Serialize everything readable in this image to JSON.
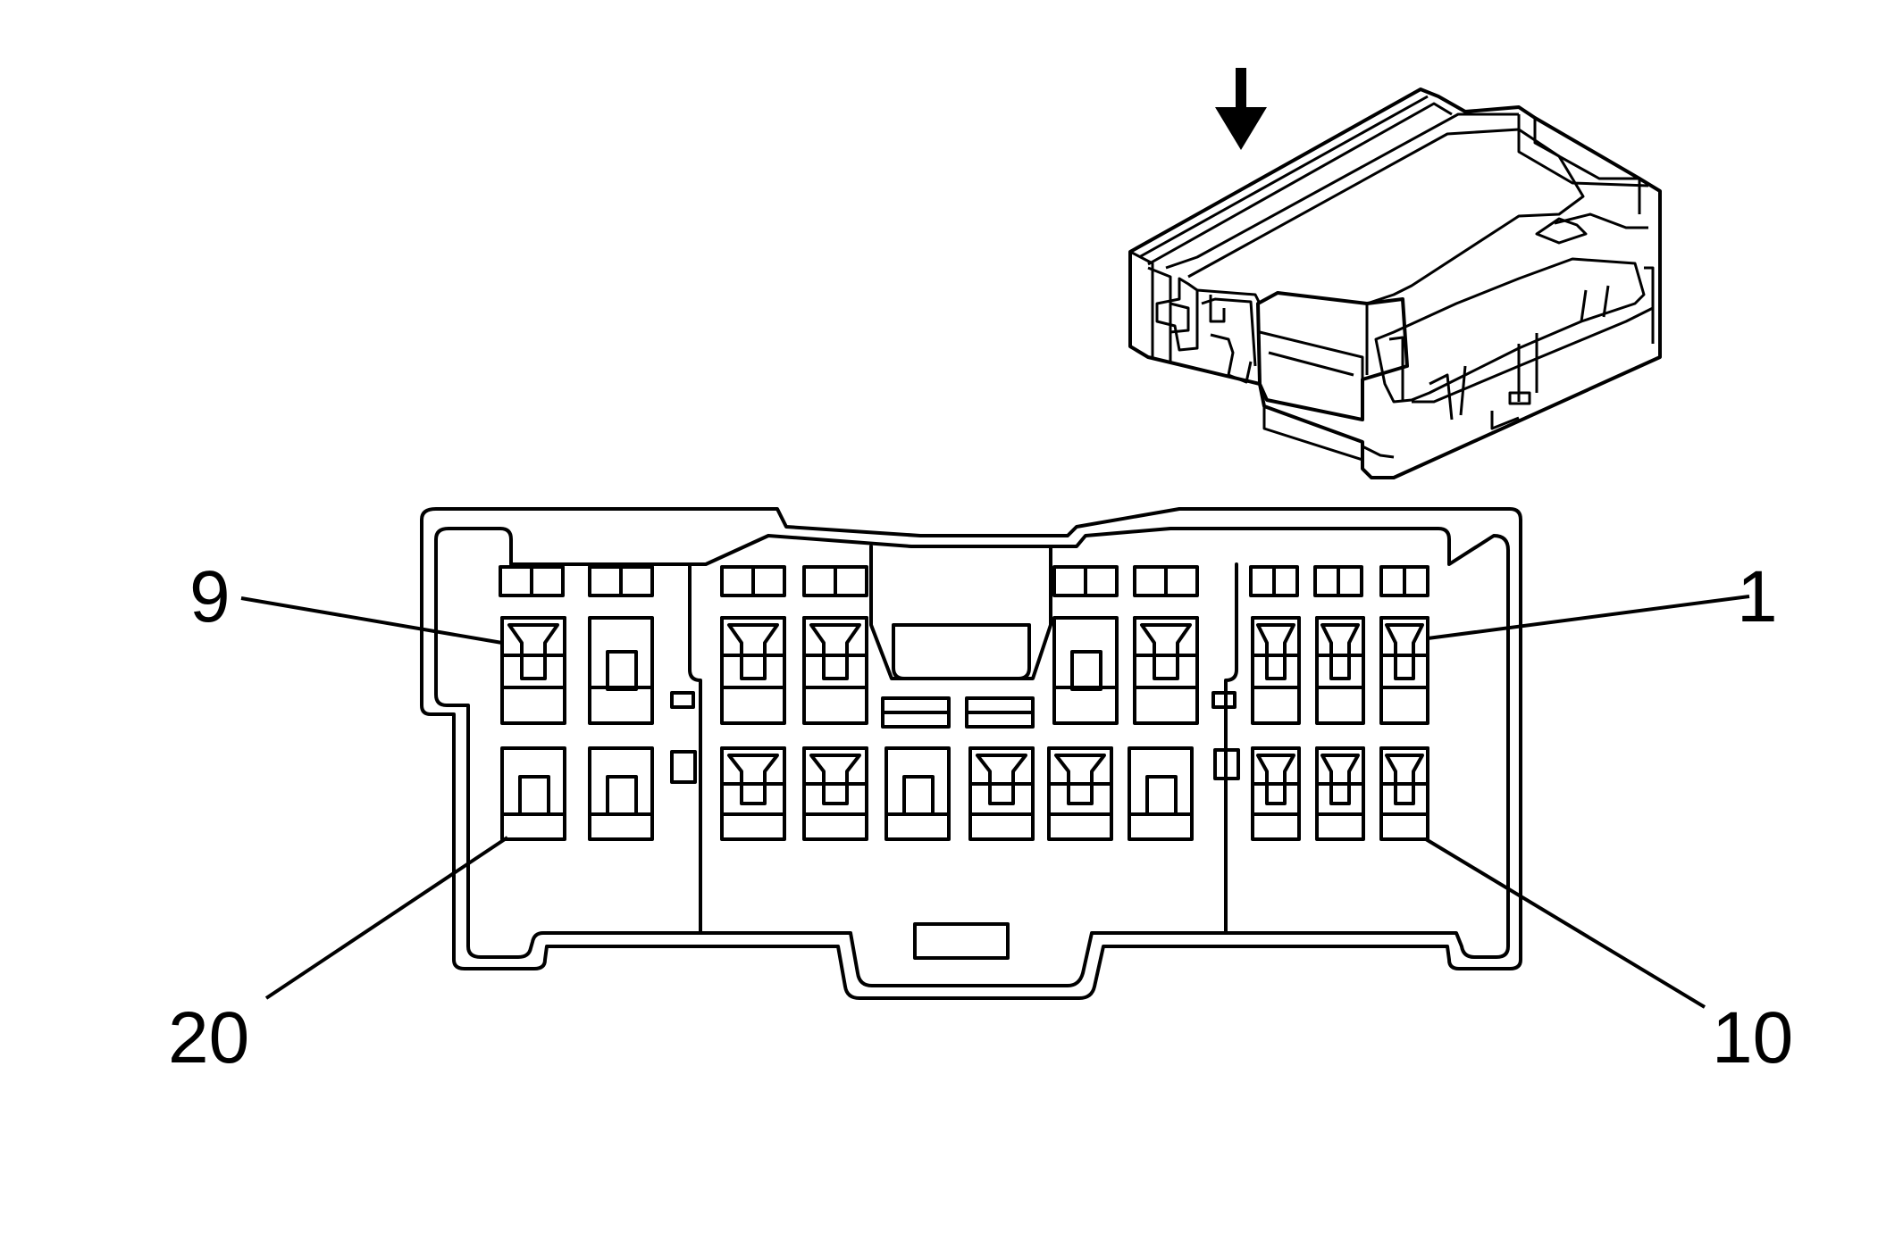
{
  "diagram": {
    "pin_labels": {
      "top_left": "9",
      "top_right": "1",
      "bottom_left": "20",
      "bottom_right": "10"
    },
    "icons": [
      "connector-3d-view",
      "insertion-direction-arrow-icon",
      "connector-face-view"
    ],
    "line_color": "#000000",
    "background": "#ffffff"
  }
}
